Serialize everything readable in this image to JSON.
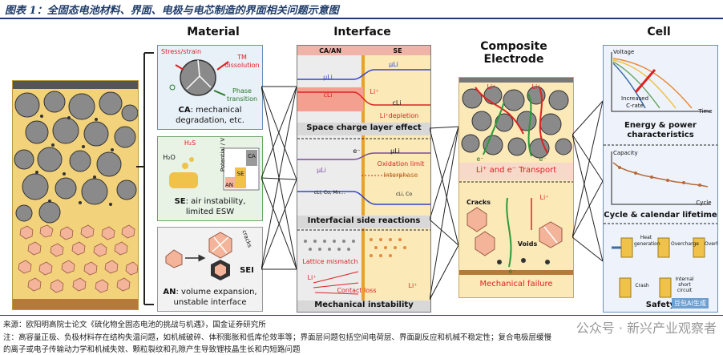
{
  "title": "图表 1：全固态电池材料、界面、电极与电芯制造的界面相关问题示意图",
  "columns": {
    "material": "Material",
    "interface": "Interface",
    "composite": "Composite\nElectrode",
    "cell": "Cell"
  },
  "material": {
    "ca": {
      "labels": [
        "Stress/strain",
        "TM\ndissolution",
        "Phase\ntransition"
      ],
      "caption_bold": "CA",
      "caption": ": mechanical\ndegradation, etc."
    },
    "se": {
      "labels": [
        "H₂S",
        "H₂O",
        "Potential / V",
        "CA",
        "SE",
        "AN"
      ],
      "caption_bold": "SE",
      "caption": ": air instability,\nlimited ESW"
    },
    "an": {
      "labels": [
        "cracks",
        "SEI"
      ],
      "caption_bold": "AN",
      "caption": ": volume expansion,\nunstable interface"
    }
  },
  "interface": {
    "header_left": "CA/AN",
    "header_right": "SE",
    "p1": {
      "labels": [
        "μLi",
        "μLi",
        "cLi",
        "Li⁺",
        "cLi",
        "Li⁺depletion"
      ],
      "caption": "Space charge layer effect"
    },
    "p2": {
      "labels": [
        "e⁻",
        "μLi",
        "Oxidation limit",
        "Interphase",
        "μLi",
        "cLi, Co, Mn...",
        "cLi, Co"
      ],
      "caption": "Interfacial side reactions"
    },
    "p3": {
      "labels": [
        "Lattice mismatch",
        "Li⁺",
        "Contact loss",
        "Li⁺"
      ],
      "caption": "Mechanical instability"
    }
  },
  "composite": {
    "p1": {
      "labels": [
        "Li⁺",
        "e⁻",
        "Li⁺",
        "e⁻"
      ],
      "caption": "Li⁺ and e⁻ Transport"
    },
    "p2": {
      "labels": [
        "Cracks",
        "Li⁺",
        "Voids",
        "e⁻"
      ],
      "caption": "Mechanical failure"
    }
  },
  "cell": {
    "p1": {
      "labels": [
        "Voltage",
        "Increased\nC-rate",
        "Time"
      ],
      "caption": "Energy & power\ncharacteristics"
    },
    "p2": {
      "labels": [
        "Capacity",
        "Cycle"
      ],
      "caption": "Cycle & calendar lifetime"
    },
    "p3": {
      "labels": [
        "Heat\ngeneration",
        "Overcharge",
        "Overheat",
        "Crash",
        "Internal\nshort\ncircuit"
      ],
      "caption": "Safety"
    }
  },
  "footer": {
    "source": "来源：欧阳明高院士论文《硫化物全固态电池的挑战与机遇》，国金证券研究所",
    "note1": "注：高容量正极、负极材料存在结构失温问题，如机械破碎、体积膨胀和低库伦效率等；界面层问题包括空间电荷层、界面副反应和机械不稳定性；复合电极层缓慢",
    "note2": "的离子或电子传输动力学和机械失效、颗粒裂纹和孔隙产生导致锂枝晶生长和内短路问题"
  },
  "watermark": "公众号 · 新兴产业观察者",
  "watermark_small": "豆包AI生成"
}
